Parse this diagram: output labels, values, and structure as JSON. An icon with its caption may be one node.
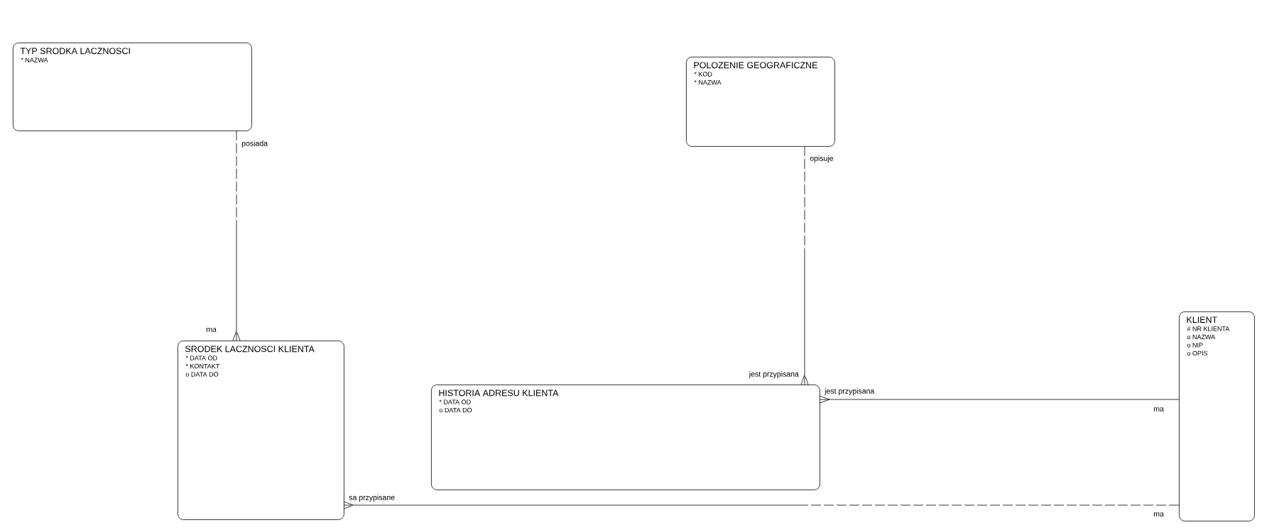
{
  "diagram": {
    "nodes": [
      {
        "text": [
          "TYP SRODKA LACZNOSCI",
          "* NAZWA"
        ]
      },
      {
        "text": [
          "POLOZENIE GEOGRAFICZNE",
          "* KOD",
          "* NAZWA"
        ]
      },
      {
        "text": [
          "KLIENT",
          "# NR KLIENTA",
          "o NAZWA",
          "o NIP",
          "o OPIS"
        ]
      },
      {
        "text": [
          "SRODEK LACZNOSCI KLIENTA",
          "* DATA OD",
          "* KONTAKT",
          "o DATA DO"
        ]
      },
      {
        "text": [
          "HISTORIA ADRESU KLIENTA",
          "* DATA OD",
          "o DATA DO"
        ]
      }
    ],
    "edges": [
      {
        "from": 0,
        "to": 3,
        "arrow": "other",
        "label": "posiada",
        "style": "dashed"
      },
      {
        "from": 1,
        "to": 4,
        "arrow": "other",
        "label": "opisuje",
        "style": "dashed"
      },
      {
        "from": 2,
        "to": 4,
        "arrow": "other",
        "label": "ma"
      },
      {
        "from": 2,
        "to": 3,
        "arrow": "other",
        "label": "ma",
        "style": "dashed"
      }
    ],
    "labels": [
      "ma",
      "jest przypisana",
      "jest przypisana",
      "sa przypisane"
    ]
  }
}
